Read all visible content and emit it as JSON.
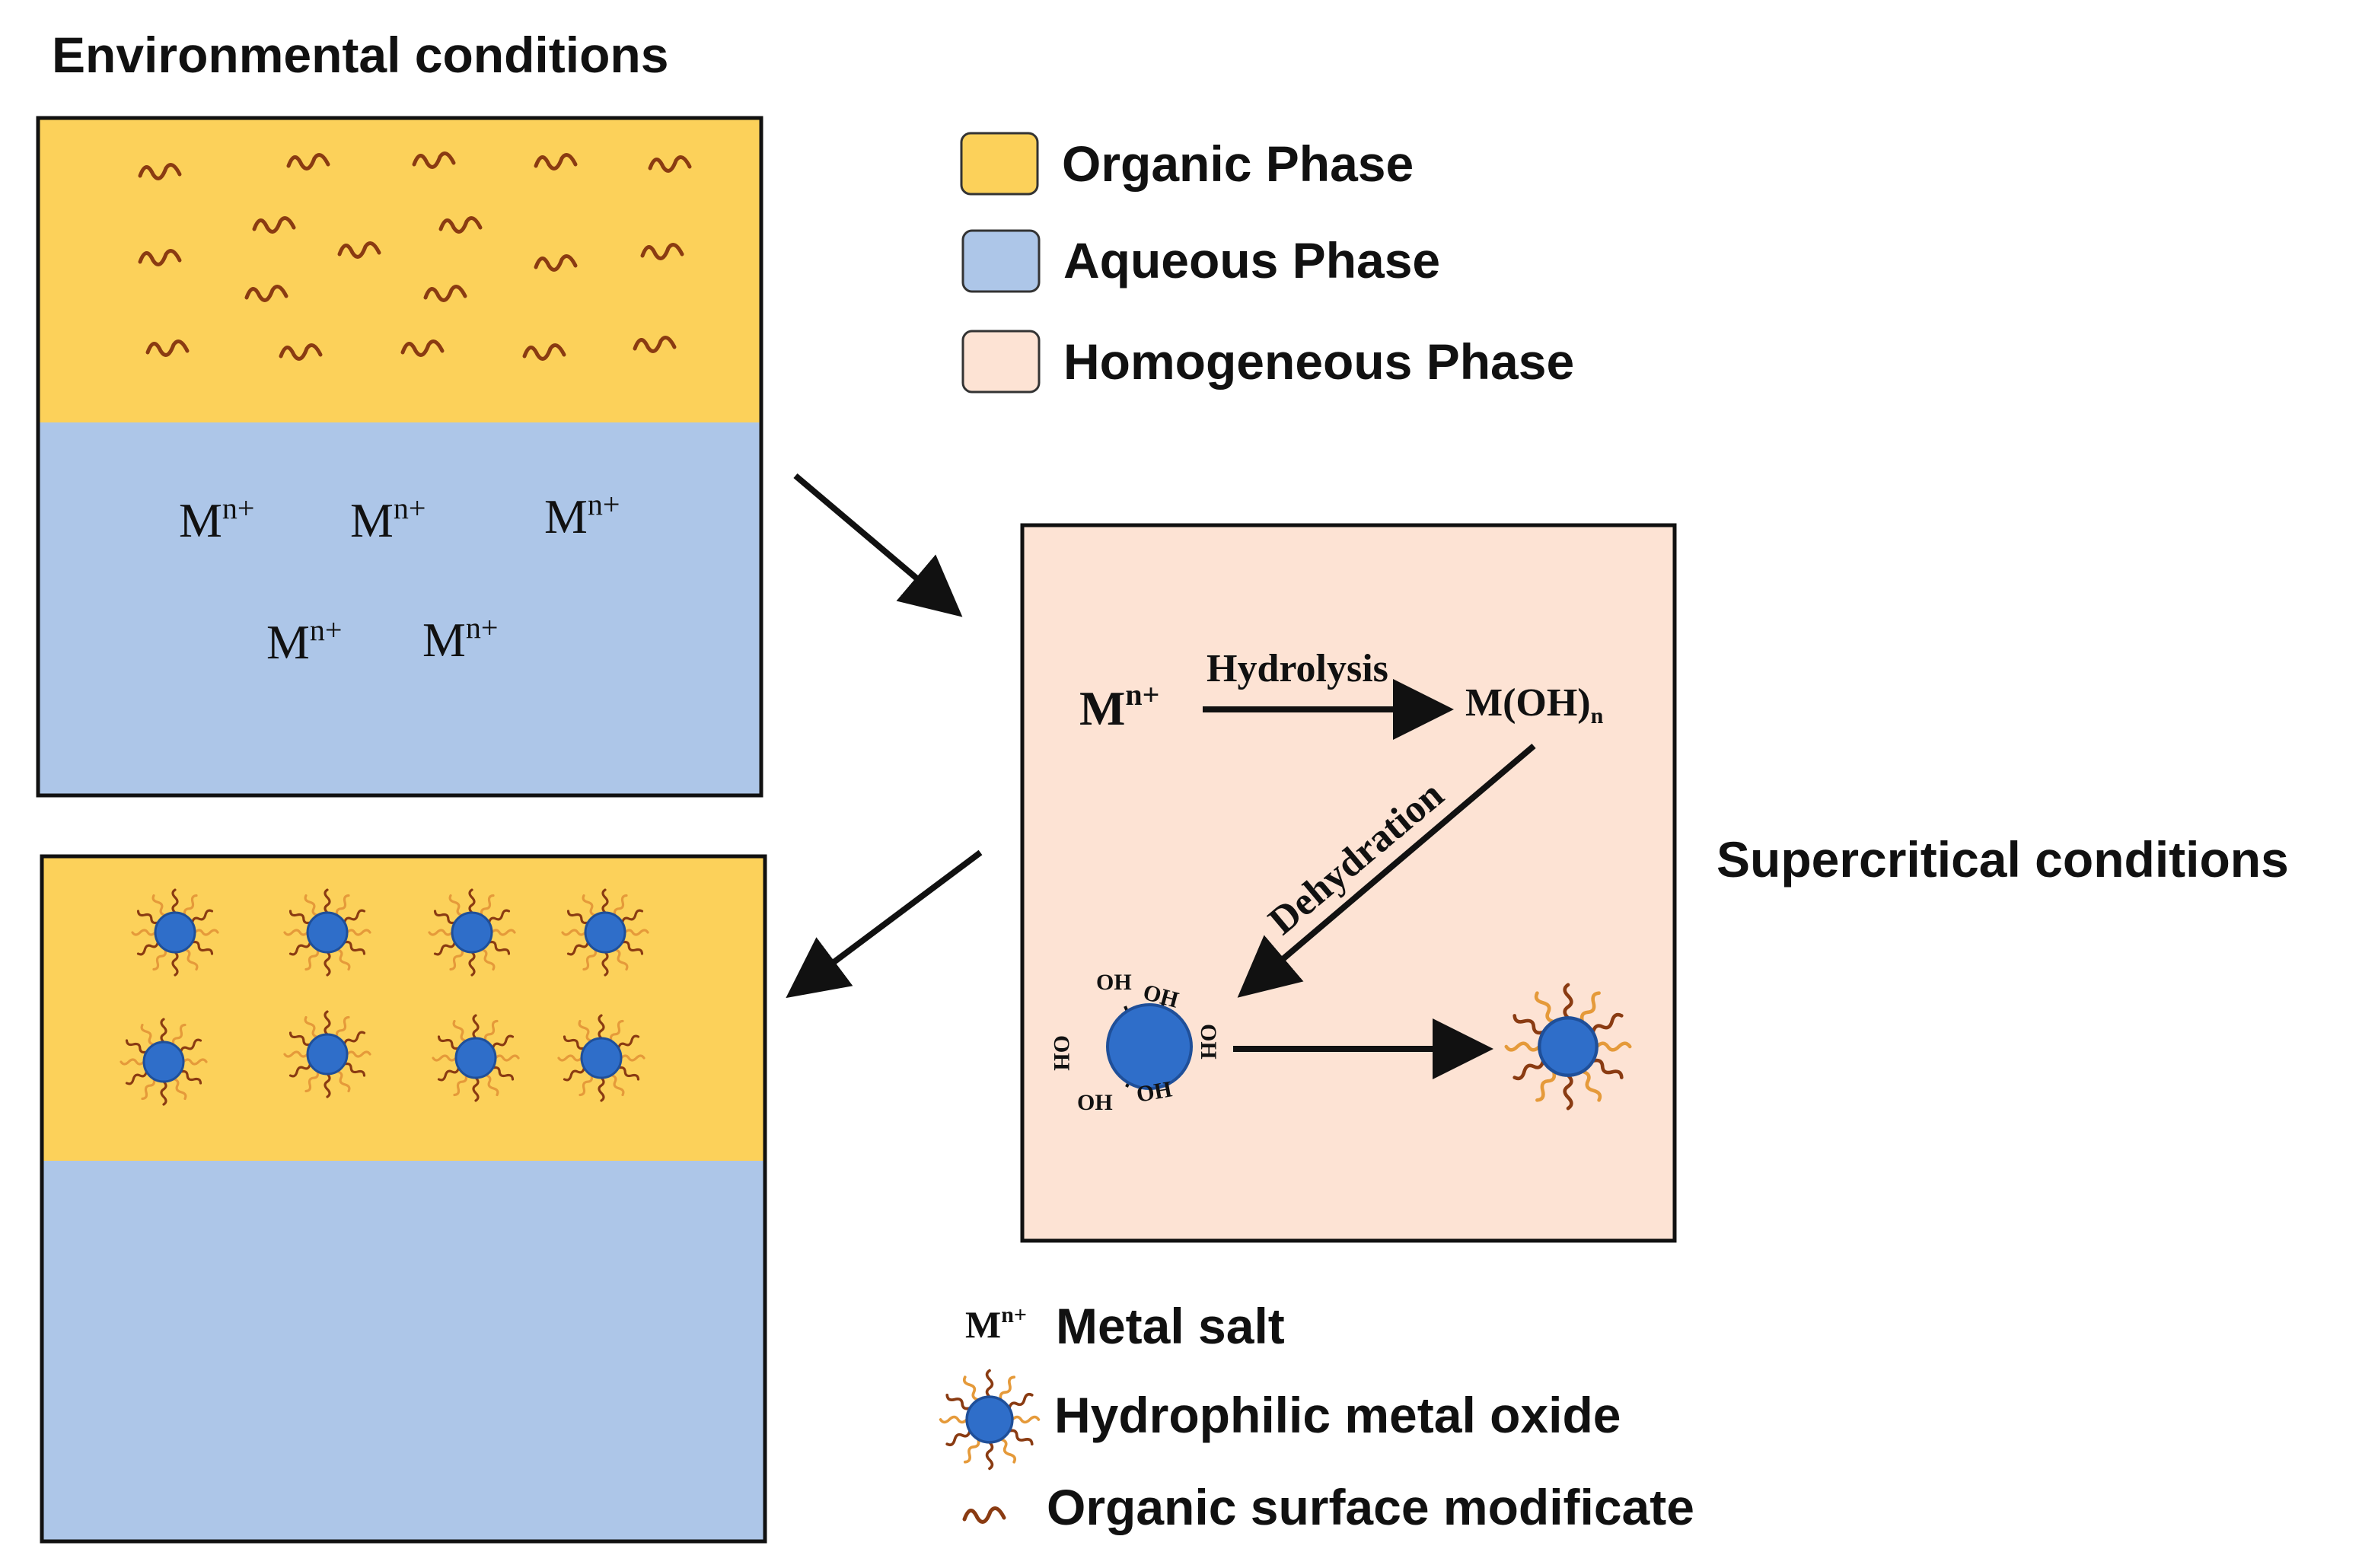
{
  "titles": {
    "environmental": "Environmental conditions",
    "supercritical": "Supercritical conditions"
  },
  "legend": {
    "organic": "Organic Phase",
    "aqueous": "Aqueous Phase",
    "homogeneous": "Homogeneous Phase",
    "metal_salt": "Metal salt",
    "metal_salt_symbol": "M",
    "metal_salt_charge": "n+",
    "hydrophilic_oxide": "Hydrophilic metal oxide",
    "surface_modificate": "Organic surface modificate"
  },
  "ion": {
    "base": "M",
    "charge": "n+"
  },
  "reaction": {
    "hydrolysis": "Hydrolysis",
    "dehydration": "Dehydration",
    "reactant": "M",
    "reactant_charge": "n+",
    "product": "M(OH)",
    "product_sub": "n",
    "hydroxyl": "OH"
  },
  "colors": {
    "organic": "#fcd15a",
    "aqueous": "#adc6e8",
    "homogeneous": "#fde3d4",
    "particle": "#2f6ec9",
    "particle_edge": "#1f4f99",
    "ligand": "#8a3b12",
    "ligand_orange": "#e59a3a"
  }
}
